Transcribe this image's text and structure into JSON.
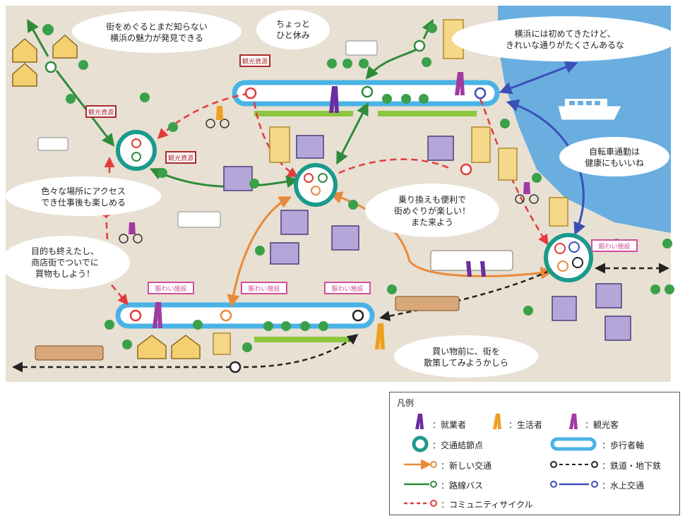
{
  "bubbles": [
    "街をめぐるとまだ知らない",
    "横浜の魅力が発見できる",
    "ちょっと",
    "ひと休み",
    "横浜には初めてきたけど、",
    "きれいな通りがたくさんあるな",
    "自転車通勤は",
    "健康にもいいね",
    "色々な場所にアクセス",
    "でき仕事後も楽しめる",
    "乗り換えも便利で",
    "街めぐりが楽しい！",
    "また来よう",
    "目的も終えたし、",
    "商店街でついでに",
    "買物もしよう！",
    "買い物前に、街を",
    "散策してみようかしら"
  ],
  "signs": {
    "tourism": "観光資源",
    "busy": "賑わい施設"
  },
  "colors": {
    "sea": "#6aaee0",
    "land": "#e8e0d2",
    "hub": "#1a9a8c",
    "axis": "#4ab3e6",
    "new_transit": "#e88a3c",
    "bus": "#2e8b3a",
    "cycle": "#e23b3b",
    "rail": "#222222",
    "water": "#3a4fb8",
    "worker": "#6a2ea0",
    "resident": "#f0a020",
    "tourist": "#a03aa0"
  },
  "legend": {
    "title": "凡例",
    "worker": "：就業者",
    "resident": "：生活者",
    "tourist": "：観光客",
    "hub": "：交通結節点",
    "axis": "：歩行者軸",
    "new_transit": "：新しい交通",
    "rail": "：鉄道・地下鉄",
    "bus": "：路線バス",
    "water": "：水上交通",
    "cycle": "：コミュニティサイクル"
  }
}
